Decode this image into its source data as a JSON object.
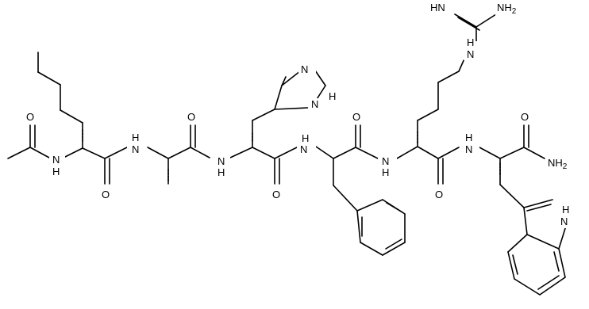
{
  "molecule": {
    "labels": {
      "ac_O": "O",
      "nle_NH": "N\nH",
      "nle_O": "O",
      "ala_NH": "N\nH",
      "ala_O": "O",
      "his_NH": "N\nH",
      "his_ring_N": "N",
      "his_ring_NH": "N\nH",
      "his_O": "O",
      "phe_NH": "N\nH",
      "phe_O": "O",
      "arg_NH": "N\nH",
      "arg_guan_NH": "N\nH",
      "arg_imine": "HN",
      "arg_amine": "NH2",
      "arg_O": "O",
      "trp_NH": "N\nH",
      "trp_O": "O",
      "trp_NH2": "NH2",
      "trp_indole_NH": "N\nH"
    }
  }
}
